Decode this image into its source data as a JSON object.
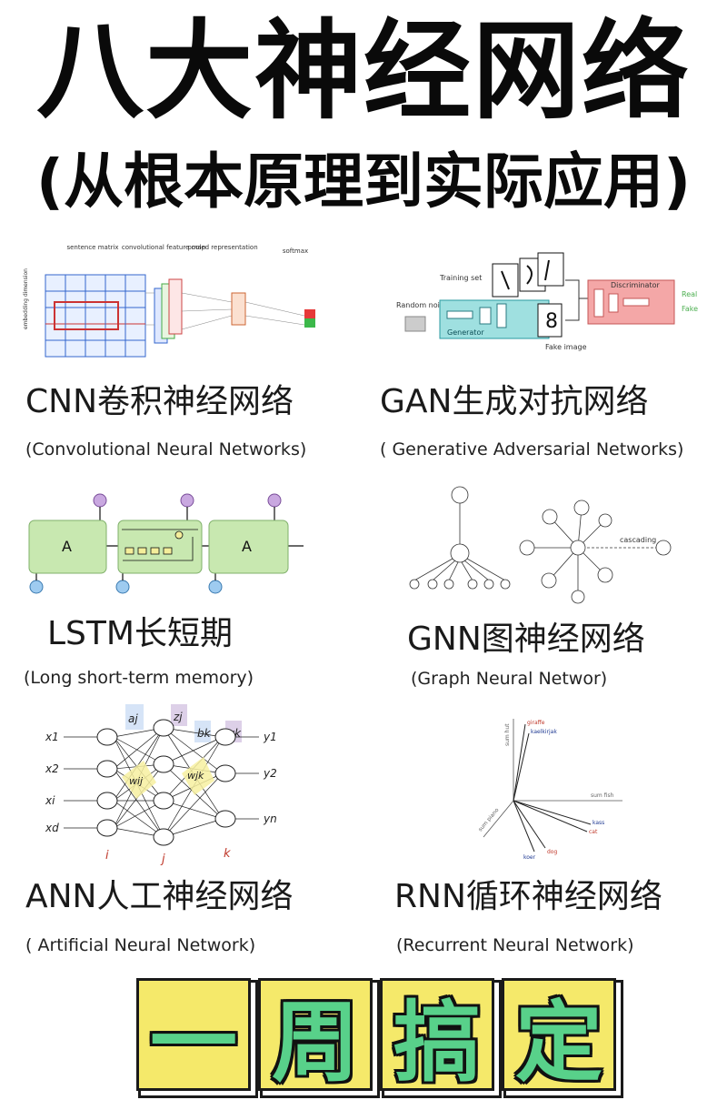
{
  "title": "八大神经网络",
  "subtitle": "(从根本原理到实际应用)",
  "sections": {
    "cnn": {
      "name": "CNN卷积神经网络",
      "full": "(Convolutional Neural Networks)",
      "labels": [
        "sentence matrix",
        "convolutional feature map",
        "pooled representation",
        "softmax",
        "embedding dimension"
      ]
    },
    "gan": {
      "name": "GAN生成对抗网络",
      "full": "( Generative Adversarial Networks)",
      "labels": [
        "Training set",
        "Random noise",
        "Generator",
        "Fake image",
        "Discriminator",
        "Real",
        "Fake"
      ]
    },
    "lstm": {
      "name": "LSTM长短期",
      "full": "(Long short-term memory)",
      "labels": [
        "A",
        "A"
      ]
    },
    "gnn": {
      "name": "GNN图神经网络",
      "full": "(Graph Neural Networ)",
      "labels": [
        "cascading"
      ]
    },
    "ann": {
      "name": "ANN人工神经网络",
      "full": "( Artificial Neural Network)",
      "inputs": [
        "x1",
        "x2",
        "xi",
        "xd"
      ],
      "outputs": [
        "y1",
        "y2",
        "yn"
      ],
      "top_labels": [
        "aj",
        "zj",
        "bk",
        "yk"
      ],
      "weights": [
        "wij",
        "wjk"
      ],
      "layer_labels": [
        "i",
        "j",
        "k"
      ]
    },
    "rnn": {
      "name": "RNN循环神经网络",
      "full": "(Recurrent Neural Network)",
      "words": [
        "giraffe",
        "kaelkirjak",
        "kass",
        "cat",
        "koer",
        "dog"
      ],
      "axes": [
        "sum fish",
        "sum hut",
        "sum piano"
      ]
    }
  },
  "badge": {
    "chars": [
      "一",
      "周",
      "搞",
      "定"
    ]
  },
  "colors": {
    "badge_fill": "#f5e96a",
    "badge_text": "#58d18a",
    "lstm_cell": "#c8e8b0",
    "gan_generator": "#9fe0e0",
    "gan_discriminator": "#f4a7a7"
  }
}
